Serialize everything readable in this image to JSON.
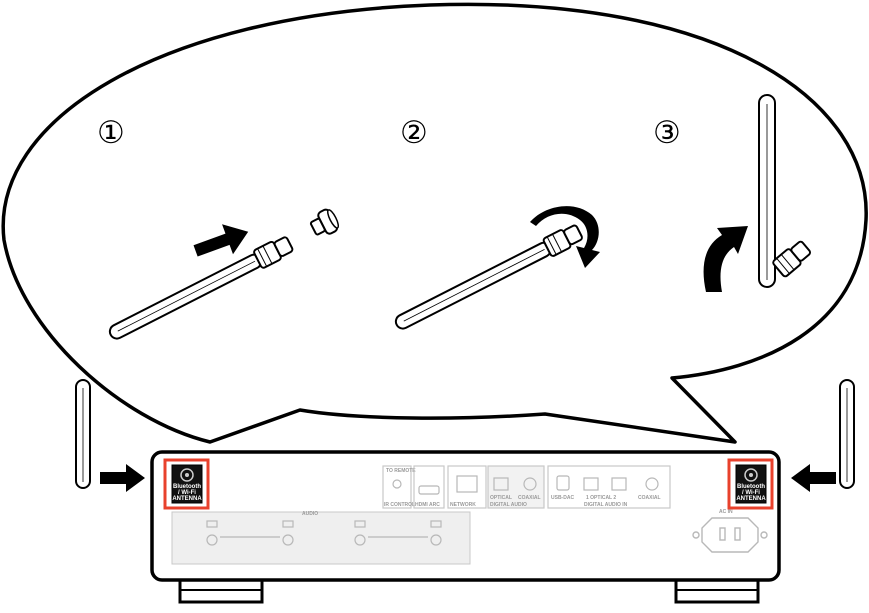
{
  "steps": {
    "s1": "①",
    "s2": "②",
    "s3": "③"
  },
  "antenna_label": {
    "l1": "Bluetooth",
    "l2": "/ Wi-Fi",
    "l3": "ANTENNA"
  },
  "panel": {
    "to_remote": "TO REMOTE",
    "ir_control": "IR CONTROL",
    "hdmi_arc": "HDMI ARC",
    "network": "NETWORK",
    "optical": "OPTICAL",
    "coaxial": "COAXIAL",
    "digital_audio": "DIGITAL AUDIO",
    "usb_dac": "USB-DAC",
    "optical_1": "1  OPTICAL  2",
    "coaxial_b": "COAXIAL",
    "digital_audio_in": "DIGITAL AUDIO  IN",
    "audio": "AUDIO",
    "ac_in": "AC IN"
  },
  "colors": {
    "highlight": "#e8412c",
    "panel_label": "#9a9a9a",
    "stroke": "#000000"
  }
}
